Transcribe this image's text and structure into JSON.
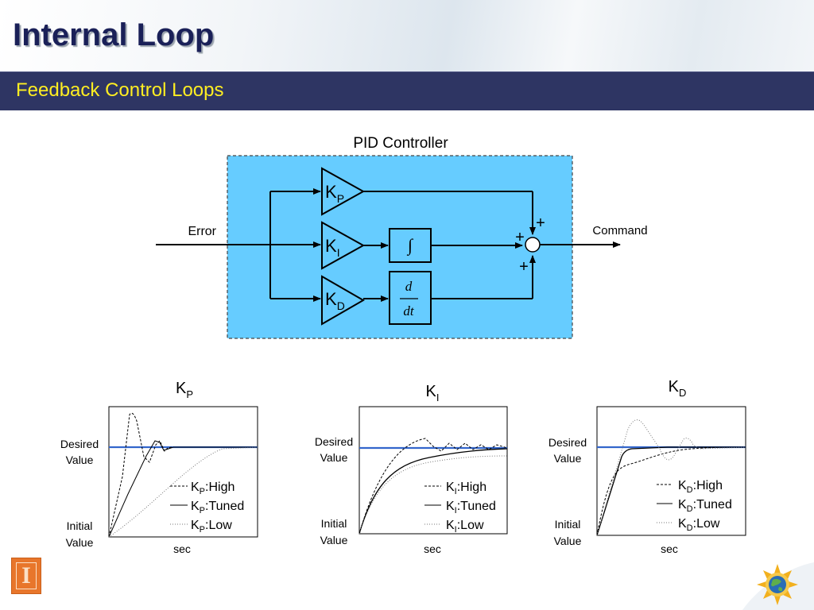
{
  "header": {
    "title": "Internal Loop",
    "subtitle": "Feedback Control Loops"
  },
  "pid": {
    "title": "PID Controller",
    "input_label": "Error",
    "output_label": "Command",
    "kp": {
      "main": "K",
      "sub": "P"
    },
    "ki": {
      "main": "K",
      "sub": "I"
    },
    "kd": {
      "main": "K",
      "sub": "D"
    },
    "integral_symbol": "∫",
    "deriv_num": "d",
    "deriv_den": "dt",
    "plus": "+"
  },
  "charts": [
    {
      "title": {
        "main": "K",
        "sub": "P"
      },
      "ylabel_top": [
        "Desired",
        "Value"
      ],
      "ylabel_bottom": [
        "Initial",
        "Value"
      ],
      "xlabel": "sec",
      "legend": [
        {
          "style": "dashed",
          "main": "K",
          "sub": "P",
          "suffix": ":High"
        },
        {
          "style": "solid",
          "main": "K",
          "sub": "P",
          "suffix": ":Tuned"
        },
        {
          "style": "dotted",
          "main": "K",
          "sub": "P",
          "suffix": ":Low"
        }
      ]
    },
    {
      "title": {
        "main": "K",
        "sub": "I"
      },
      "ylabel_top": [
        "Desired",
        "Value"
      ],
      "ylabel_bottom": [
        "Initial",
        "Value"
      ],
      "xlabel": "sec",
      "legend": [
        {
          "style": "dashed",
          "main": "K",
          "sub": "I",
          "suffix": ":High"
        },
        {
          "style": "solid",
          "main": "K",
          "sub": "I",
          "suffix": ":Tuned"
        },
        {
          "style": "dotted",
          "main": "K",
          "sub": "I",
          "suffix": ":Low"
        }
      ]
    },
    {
      "title": {
        "main": "K",
        "sub": "D"
      },
      "ylabel_top": [
        "Desired",
        "Value"
      ],
      "ylabel_bottom": [
        "Initial",
        "Value"
      ],
      "xlabel": "sec",
      "legend": [
        {
          "style": "dashed",
          "main": "K",
          "sub": "D",
          "suffix": ":High"
        },
        {
          "style": "solid",
          "main": "K",
          "sub": "D",
          "suffix": ":Tuned"
        },
        {
          "style": "dotted",
          "main": "K",
          "sub": "D",
          "suffix": ":Low"
        }
      ]
    }
  ],
  "colors": {
    "header_bar": "#2e3563",
    "subtitle": "#ffee22",
    "controller_fill": "#66ccff",
    "setpoint_line": "#3366cc"
  },
  "logos": {
    "left_icon": "university-i-logo",
    "right_icon": "globe-sun-logo"
  }
}
